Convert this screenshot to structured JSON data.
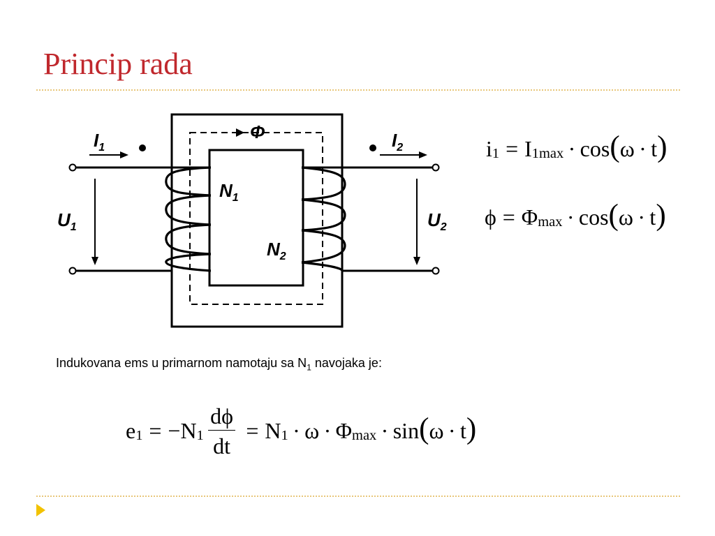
{
  "title": "Princip rada",
  "title_color": "#c0282d",
  "rule_color": "#e8c67a",
  "bullet_color": "#f2c200",
  "diagram": {
    "current_primary": "I",
    "current_primary_sub": "1",
    "current_secondary": "I",
    "current_secondary_sub": "2",
    "voltage_primary": "U",
    "voltage_primary_sub": "1",
    "voltage_secondary": "U",
    "voltage_secondary_sub": "2",
    "winding_primary": "N",
    "winding_primary_sub": "1",
    "winding_secondary": "N",
    "winding_secondary_sub": "2",
    "flux": "Φ"
  },
  "formula1": {
    "lhs": "i",
    "lhs_sub": "1",
    "eq": "=",
    "amp": "I",
    "amp_sub": "1max",
    "cdot": "·",
    "fn": "cos",
    "lpar": "(",
    "omega": "ω",
    "t": "t",
    "rpar": ")"
  },
  "formula2": {
    "lhs": "ϕ",
    "eq": "=",
    "amp": "Φ",
    "amp_sub": "max",
    "cdot": "·",
    "fn": "cos",
    "lpar": "(",
    "omega": "ω",
    "t": "t",
    "rpar": ")"
  },
  "sentence": {
    "before": "Indukovana ems u primarnom namotaju sa N",
    "sub": "1",
    "after": " navojaka je:"
  },
  "formula3": {
    "lhs": "e",
    "lhs_sub": "1",
    "eq": "=",
    "minus": "−",
    "n": "N",
    "n_sub": "1",
    "num": "dϕ",
    "den": "dt",
    "cdot": "·",
    "omega": "ω",
    "amp": "Φ",
    "amp_sub": "max",
    "fn": "sin",
    "lpar": "(",
    "t": "t",
    "rpar": ")"
  }
}
